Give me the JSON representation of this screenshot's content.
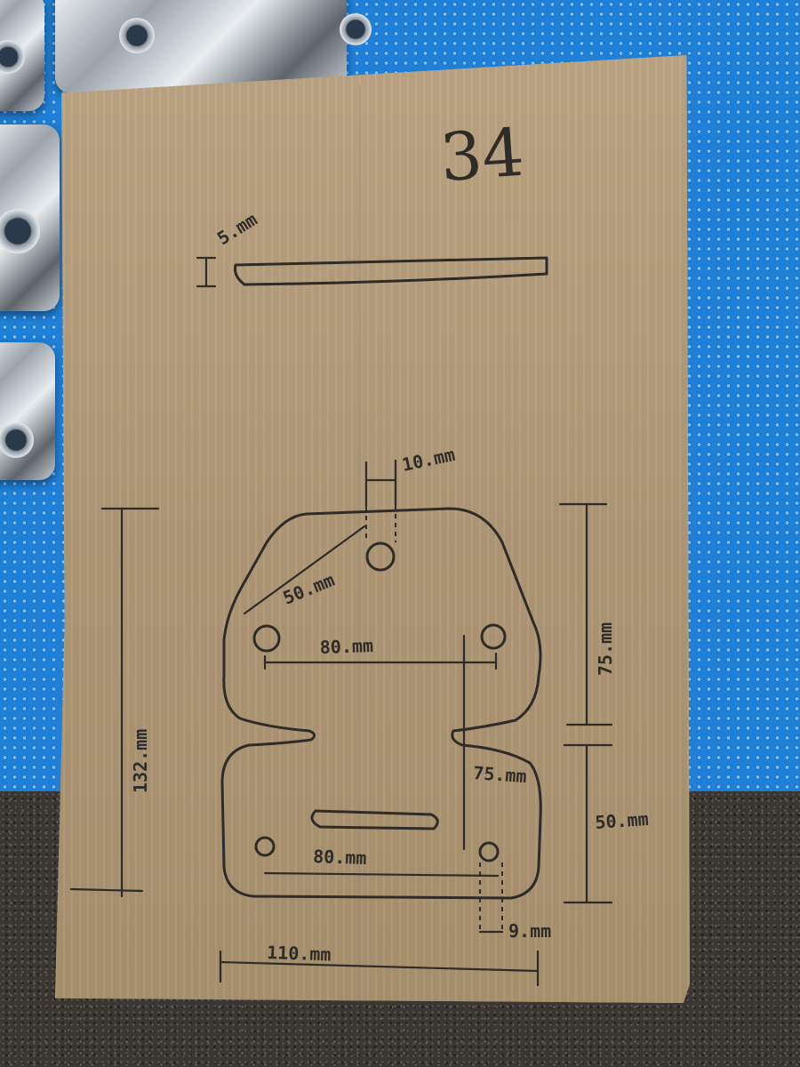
{
  "sheet": {
    "number": "34"
  },
  "dimensions": {
    "thickness": "5.mm",
    "hole_diameter": "10.mm",
    "diagonal": "50.mm",
    "upper_hole_spacing": "80.mm",
    "upper_height": "75.mm",
    "inner_vertical": "75.mm",
    "lower_height": "50.mm",
    "lower_hole_spacing": "80.mm",
    "total_height": "132.mm",
    "total_width": "110.mm",
    "small_hole": "9.mm"
  }
}
